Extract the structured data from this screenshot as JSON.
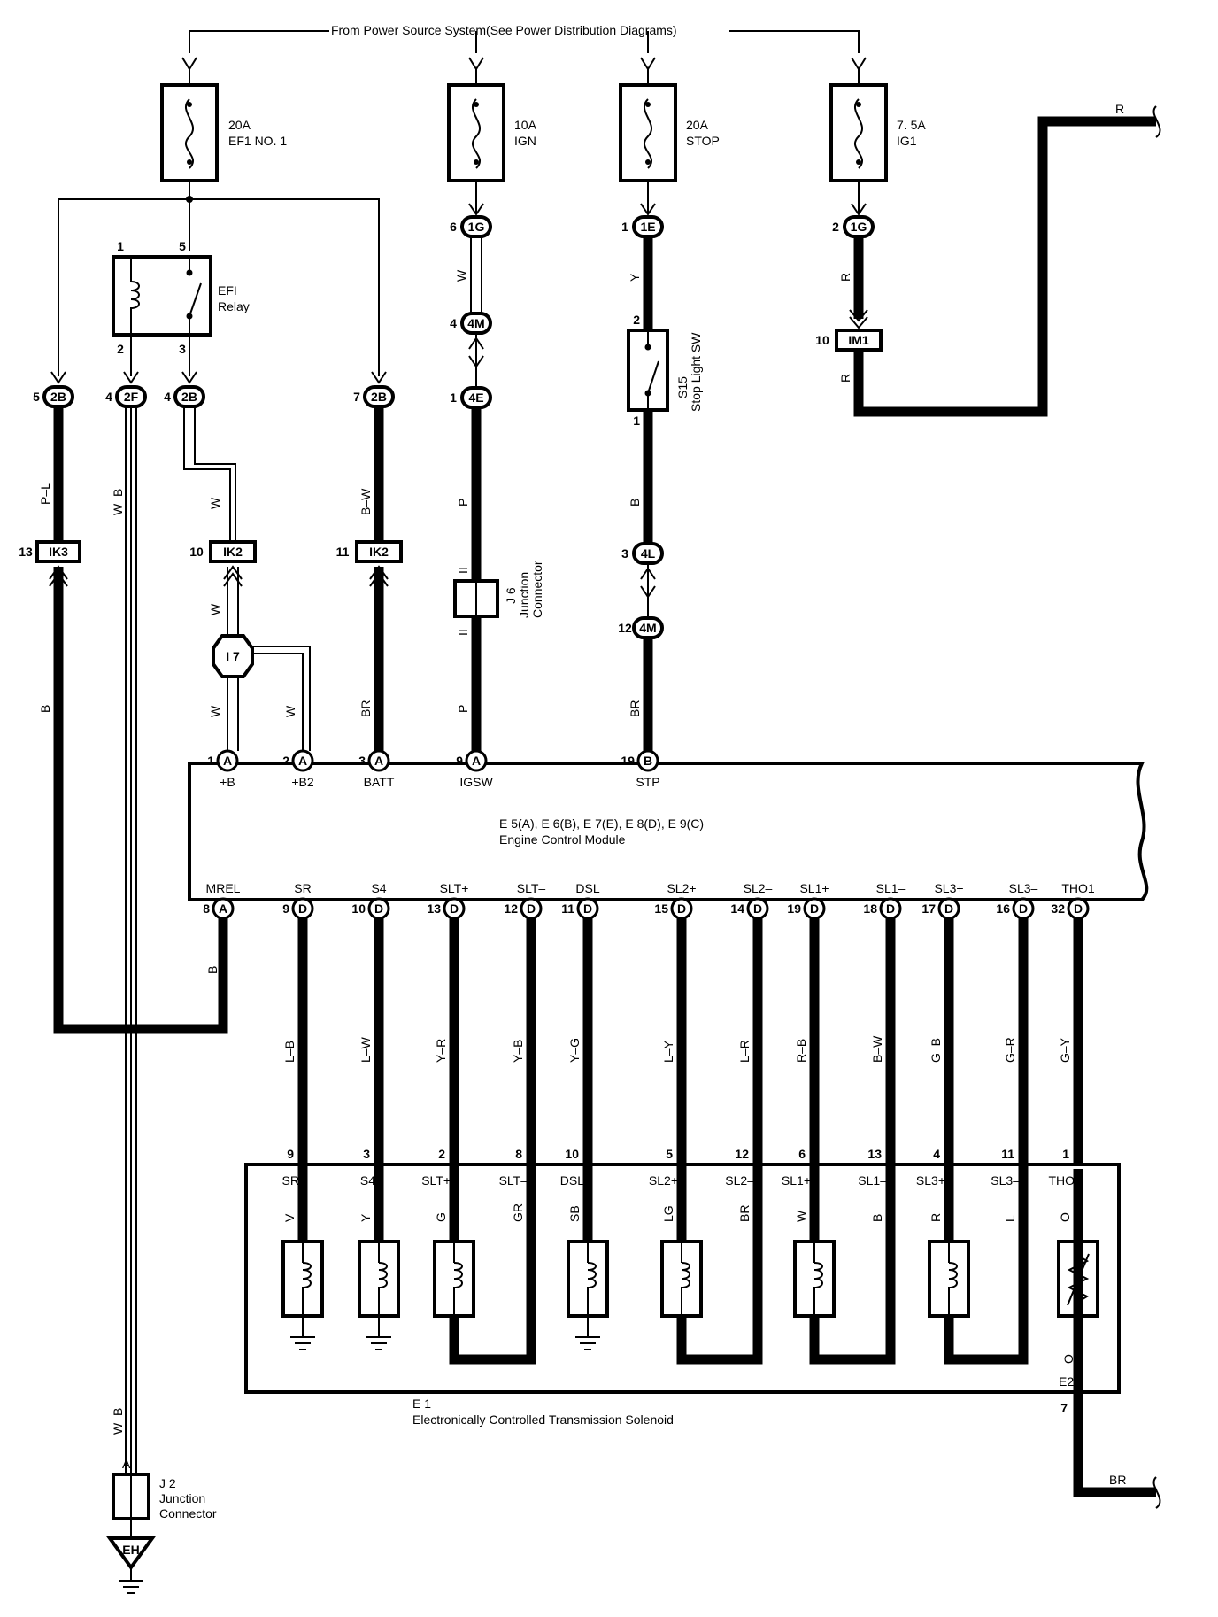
{
  "header": {
    "source": "From Power Source System(See Power Distribution Diagrams)"
  },
  "fuses": [
    {
      "amp": "20A",
      "name": "EF1 NO. 1"
    },
    {
      "amp": "10A",
      "name": "IGN"
    },
    {
      "amp": "20A",
      "name": "STOP"
    },
    {
      "amp": "7. 5A",
      "name": "IG1"
    }
  ],
  "relay": {
    "name": "EFI",
    "name2": "Relay",
    "pins": [
      "1",
      "5",
      "2",
      "3"
    ]
  },
  "connectors": [
    {
      "pin": "5",
      "id": "2B"
    },
    {
      "pin": "4",
      "id": "2F"
    },
    {
      "pin": "4",
      "id": "2B"
    },
    {
      "pin": "7",
      "id": "2B"
    },
    {
      "pin": "6",
      "id": "1G"
    },
    {
      "pin": "4",
      "id": "4M"
    },
    {
      "pin": "1",
      "id": "4E"
    },
    {
      "pin": "1",
      "id": "1E"
    },
    {
      "pin": "3",
      "id": "4L"
    },
    {
      "pin": "12",
      "id": "4M"
    },
    {
      "pin": "2",
      "id": "1G"
    }
  ],
  "junctions": [
    {
      "pin": "13",
      "id": "IK3"
    },
    {
      "pin": "10",
      "id": "IK2"
    },
    {
      "pin": "11",
      "id": "IK2"
    },
    {
      "pin": "10",
      "id": "IM1"
    }
  ],
  "splice": "I 7",
  "stop_sw": {
    "id": "S15",
    "name": "Stop Light SW",
    "pin_top": "2",
    "pin_bottom": "1"
  },
  "j6": {
    "id": "J 6",
    "name": "Junction",
    "name2": "Connector"
  },
  "j2": {
    "id": "J 2",
    "name": "Junction",
    "name2": "Connector",
    "pin": "A"
  },
  "ground": "EH",
  "wire_colors": {
    "pl": "P–L",
    "wb": "W–B",
    "w1": "W",
    "w2": "W",
    "w3": "W",
    "w4": "W",
    "bw": "B–W",
    "br1": "BR",
    "ww": "W",
    "p1": "P",
    "p2": "P",
    "ii1": "II",
    "ii2": "II",
    "y": "Y",
    "b": "B",
    "br2": "BR",
    "r1": "R",
    "r2": "R",
    "rr": "R",
    "bgnd": "B",
    "b2": "B",
    "wb2": "W–B",
    "br3": "BR"
  },
  "ecm": {
    "title": "E 5(A), E 6(B), E 7(E), E 8(D), E 9(C)",
    "subtitle": "Engine Control Module",
    "top_pins": [
      {
        "num": "1",
        "conn": "A",
        "label": "+B"
      },
      {
        "num": "2",
        "conn": "A",
        "label": "+B2"
      },
      {
        "num": "3",
        "conn": "A",
        "label": "BATT"
      },
      {
        "num": "9",
        "conn": "A",
        "label": "IGSW"
      },
      {
        "num": "19",
        "conn": "B",
        "label": "STP"
      }
    ],
    "bottom_pins": [
      {
        "num": "8",
        "conn": "A",
        "label": "MREL"
      },
      {
        "num": "9",
        "conn": "D",
        "label": "SR"
      },
      {
        "num": "10",
        "conn": "D",
        "label": "S4"
      },
      {
        "num": "13",
        "conn": "D",
        "label": "SLT+"
      },
      {
        "num": "12",
        "conn": "D",
        "label": "SLT–"
      },
      {
        "num": "11",
        "conn": "D",
        "label": "DSL"
      },
      {
        "num": "15",
        "conn": "D",
        "label": "SL2+"
      },
      {
        "num": "14",
        "conn": "D",
        "label": "SL2–"
      },
      {
        "num": "19",
        "conn": "D",
        "label": "SL1+"
      },
      {
        "num": "18",
        "conn": "D",
        "label": "SL1–"
      },
      {
        "num": "17",
        "conn": "D",
        "label": "SL3+"
      },
      {
        "num": "16",
        "conn": "D",
        "label": "SL3–"
      },
      {
        "num": "32",
        "conn": "D",
        "label": "THO1"
      }
    ]
  },
  "trans_wires": [
    "L–B",
    "L–W",
    "Y–R",
    "Y–B",
    "Y–G",
    "L–Y",
    "L–R",
    "R–B",
    "B–W",
    "G–B",
    "G–R",
    "G–Y"
  ],
  "solenoid": {
    "id": "E 1",
    "name": "Electronically Controlled Transmission Solenoid",
    "pins": [
      {
        "num": "9",
        "label": "SR",
        "color": "V"
      },
      {
        "num": "3",
        "label": "S4",
        "color": "Y"
      },
      {
        "num": "2",
        "label": "SLT+",
        "color": "G"
      },
      {
        "num": "8",
        "label": "SLT–",
        "color": "GR"
      },
      {
        "num": "10",
        "label": "DSL",
        "color": "SB"
      },
      {
        "num": "5",
        "label": "SL2+",
        "color": "LG"
      },
      {
        "num": "12",
        "label": "SL2–",
        "color": "BR"
      },
      {
        "num": "6",
        "label": "SL1+",
        "color": "W"
      },
      {
        "num": "13",
        "label": "SL1–",
        "color": "B"
      },
      {
        "num": "4",
        "label": "SL3+",
        "color": "R"
      },
      {
        "num": "11",
        "label": "SL3–",
        "color": "L"
      },
      {
        "num": "1",
        "label": "THO",
        "color": "O"
      }
    ],
    "o2": "O",
    "e2": "E2",
    "e2_pin": "7"
  }
}
